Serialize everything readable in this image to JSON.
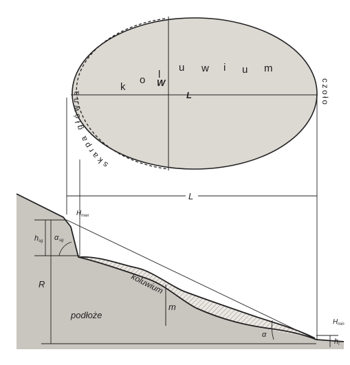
{
  "plan": {
    "kolowium_chars": [
      "k",
      "o",
      "l",
      "u",
      "w",
      "i",
      "u",
      "m"
    ],
    "skarpa_glowna": "skarpa główna",
    "czolo": "czoło",
    "W": "W",
    "L": "L"
  },
  "section": {
    "L": "L",
    "H_max_top": "H",
    "H_max_top_sub": "max",
    "h_sg": "h",
    "h_sg_sub": "sg",
    "alpha_sg": "α",
    "alpha_sg_sub": "sg",
    "R": "R",
    "koluwium": "koluwium",
    "podloze": "podłoże",
    "m": "m",
    "alpha": "α",
    "H_min": "H",
    "H_min_sub": "min",
    "h_t": "h",
    "h_t_sub": "t"
  },
  "colors": {
    "body_fill": "#dcd8d2",
    "ground_fill": "#c9c5bf",
    "stroke": "#222222"
  }
}
